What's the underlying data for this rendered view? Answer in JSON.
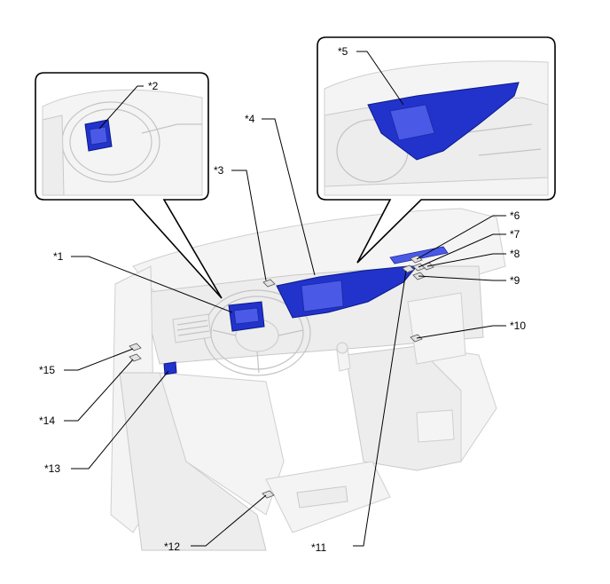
{
  "labels": {
    "l1": "*1",
    "l2": "*2",
    "l3": "*3",
    "l4": "*4",
    "l5": "*5",
    "l6": "*6",
    "l7": "*7",
    "l8": "*8",
    "l9": "*9",
    "l10": "*10",
    "l11": "*11",
    "l12": "*12",
    "l13": "*13",
    "l14": "*14",
    "l15": "*15"
  },
  "colors": {
    "highlight_part": "#2233cc",
    "ghost_vehicle": "#ededed",
    "leader_line": "#000000"
  }
}
